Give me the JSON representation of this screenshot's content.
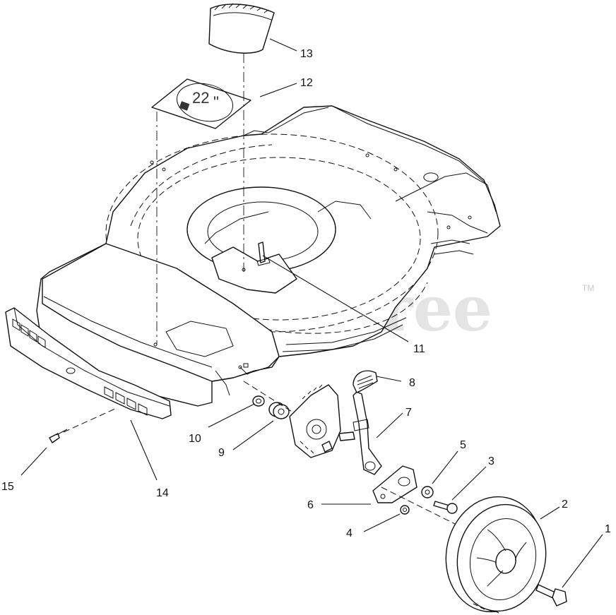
{
  "watermark": {
    "text": "PartsTree",
    "trademark": "TM"
  },
  "decal": {
    "size_text": "22",
    "inch_mark": "\""
  },
  "callouts": [
    {
      "id": "1",
      "label": "1"
    },
    {
      "id": "2",
      "label": "2"
    },
    {
      "id": "3",
      "label": "3"
    },
    {
      "id": "4",
      "label": "4"
    },
    {
      "id": "5",
      "label": "5"
    },
    {
      "id": "6",
      "label": "6"
    },
    {
      "id": "7",
      "label": "7"
    },
    {
      "id": "8",
      "label": "8"
    },
    {
      "id": "9",
      "label": "9"
    },
    {
      "id": "10",
      "label": "10"
    },
    {
      "id": "11",
      "label": "11"
    },
    {
      "id": "12",
      "label": "12"
    },
    {
      "id": "13",
      "label": "13"
    },
    {
      "id": "14",
      "label": "14"
    },
    {
      "id": "15",
      "label": "15"
    }
  ],
  "colors": {
    "line": "#111111",
    "background": "#ffffff",
    "watermark": "#cfcfcf"
  }
}
